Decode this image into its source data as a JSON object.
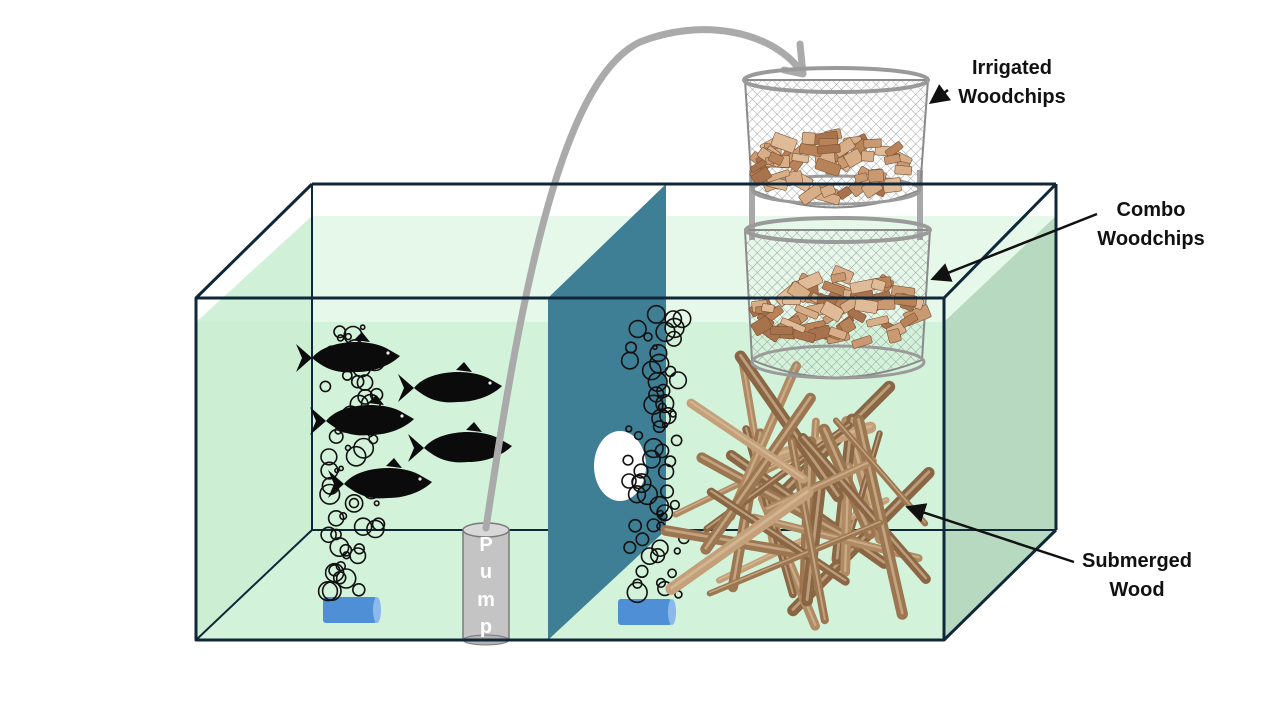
{
  "labels": {
    "irrigated_line1": "Irrigated",
    "irrigated_line2": "Woodchips",
    "combo_line1": "Combo",
    "combo_line2": "Woodchips",
    "submerged_line1": "Submerged",
    "submerged_line2": "Wood",
    "pump": [
      "P",
      "u",
      "m",
      "p"
    ]
  },
  "colors": {
    "water": "#d3f2da",
    "water_top": "#e6f8ea",
    "water_side": "#b6d9bf",
    "tank_edge": "#10273a",
    "divider": "#3f7f96",
    "tube": "#aaaaaa",
    "pump": "#c4c4c4",
    "airstone": "#4f8fd6",
    "fish": "#0b0b0b",
    "wood": "#b08a62",
    "chips": "#c99a72",
    "basket": "#8a8a8a"
  },
  "icons": [
    "fish-icon",
    "bubble-icon",
    "airstone-icon",
    "pump-icon",
    "basket-icon",
    "woodchips-icon",
    "stick-bundle-icon"
  ]
}
